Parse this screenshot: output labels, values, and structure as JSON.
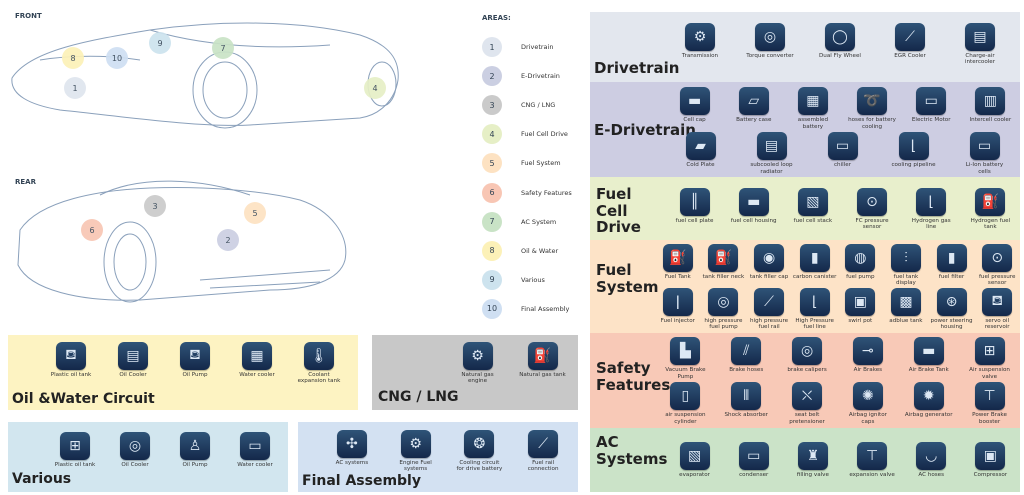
{
  "views": {
    "front": "FRONT",
    "rear": "REAR"
  },
  "areas_title": "AREAS:",
  "areas": [
    {
      "num": "1",
      "label": "Drivetrain",
      "color": "#dfe5ee"
    },
    {
      "num": "2",
      "label": "E-Drivetrain",
      "color": "#cbcfe2"
    },
    {
      "num": "3",
      "label": "CNG / LNG",
      "color": "#cacaca"
    },
    {
      "num": "4",
      "label": "Fuel Cell Drive",
      "color": "#e6efc6"
    },
    {
      "num": "5",
      "label": "Fuel System",
      "color": "#fde2c2"
    },
    {
      "num": "6",
      "label": "Safety Features",
      "color": "#f8c6b4"
    },
    {
      "num": "7",
      "label": "AC System",
      "color": "#c9e3c6"
    },
    {
      "num": "8",
      "label": "Oil & Water",
      "color": "#fcf1b8"
    },
    {
      "num": "9",
      "label": "Various",
      "color": "#cde3ee"
    },
    {
      "num": "10",
      "label": "Final Assembly",
      "color": "#cfdff2"
    }
  ],
  "sections": [
    {
      "id": "drivetrain",
      "title": "Drivetrain",
      "color": "#e3e7ee",
      "rows": [
        [
          {
            "label": "Transmission",
            "icon": "gears-icon",
            "glyph": "⚙"
          },
          {
            "label": "Torque converter",
            "icon": "torque-converter-icon",
            "glyph": "◎"
          },
          {
            "label": "Dual Fly Wheel",
            "icon": "flywheel-icon",
            "glyph": "◯"
          },
          {
            "label": "EGR Cooler",
            "icon": "egr-cooler-icon",
            "glyph": "⟋"
          },
          {
            "label": "Charge-air intercooler",
            "icon": "intercooler-icon",
            "glyph": "▤"
          }
        ]
      ]
    },
    {
      "id": "e-drivetrain",
      "title": "E-Drivetrain",
      "color": "#cdcde2",
      "rows": [
        [
          {
            "label": "Cell cap",
            "icon": "cell-cap-icon",
            "glyph": "▬"
          },
          {
            "label": "Battery case",
            "icon": "battery-case-icon",
            "glyph": "▱"
          },
          {
            "label": "assembled battery",
            "icon": "assembled-battery-icon",
            "glyph": "▦"
          },
          {
            "label": "hoses for battery cooling",
            "icon": "hose-icon",
            "glyph": "➰"
          },
          {
            "label": "Electric Motor",
            "icon": "motor-icon",
            "glyph": "▭"
          },
          {
            "label": "Intercell cooler",
            "icon": "intercell-cooler-icon",
            "glyph": "▥"
          }
        ],
        [
          {
            "label": "Cold Plate",
            "icon": "cold-plate-icon",
            "glyph": "▰"
          },
          {
            "label": "subcooled loop radiator",
            "icon": "radiator-icon",
            "glyph": "▤"
          },
          {
            "label": "chiller",
            "icon": "chiller-icon",
            "glyph": "▭"
          },
          {
            "label": "cooling pipeline",
            "icon": "pipeline-icon",
            "glyph": "⌊"
          },
          {
            "label": "Li-Ion battery cells",
            "icon": "battery-cells-icon",
            "glyph": "▭"
          }
        ]
      ]
    },
    {
      "id": "fuel-cell",
      "title": "Fuel Cell Drive",
      "color": "#e8efcc",
      "rows": [
        [
          {
            "label": "fuel cell plate",
            "icon": "fuel-cell-plate-icon",
            "glyph": "║"
          },
          {
            "label": "fuel cell housing",
            "icon": "fuel-cell-housing-icon",
            "glyph": "▬"
          },
          {
            "label": "fuel cell stack",
            "icon": "fuel-cell-stack-icon",
            "glyph": "▧"
          },
          {
            "label": "FC pressure sensor",
            "icon": "pressure-sensor-icon",
            "glyph": "⊙"
          },
          {
            "label": "Hydrogen gas line",
            "icon": "gas-line-icon",
            "glyph": "⌊"
          },
          {
            "label": "Hydrogen fuel tank",
            "icon": "fuel-pump-icon",
            "glyph": "⛽"
          }
        ]
      ]
    },
    {
      "id": "fuel-system",
      "title": "Fuel System",
      "color": "#fde3c7",
      "rows": [
        [
          {
            "label": "Fuel Tank",
            "icon": "fuel-tank-icon",
            "glyph": "⛽"
          },
          {
            "label": "tank filler neck",
            "icon": "filler-neck-icon",
            "glyph": "⛽"
          },
          {
            "label": "tank filler cap",
            "icon": "filler-cap-icon",
            "glyph": "◉"
          },
          {
            "label": "carbon canister",
            "icon": "canister-icon",
            "glyph": "▮"
          },
          {
            "label": "fuel pump",
            "icon": "fuel-pump-icon",
            "glyph": "◍"
          },
          {
            "label": "fuel tank display",
            "icon": "display-icon",
            "glyph": "⫶"
          },
          {
            "label": "fuel filter",
            "icon": "filter-icon",
            "glyph": "▮"
          },
          {
            "label": "fuel pressure sensor",
            "icon": "pressure-sensor-icon",
            "glyph": "⊙"
          }
        ],
        [
          {
            "label": "Fuel injector",
            "icon": "injector-icon",
            "glyph": "ǀ"
          },
          {
            "label": "high pressure fuel pump",
            "icon": "hp-pump-icon",
            "glyph": "◎"
          },
          {
            "label": "high pressure fuel rail",
            "icon": "fuel-rail-icon",
            "glyph": "⟋"
          },
          {
            "label": "High Pressure fuel line",
            "icon": "fuel-line-icon",
            "glyph": "⌊"
          },
          {
            "label": "swirl pot",
            "icon": "swirl-pot-icon",
            "glyph": "▣"
          },
          {
            "label": "adblue tank",
            "icon": "adblue-tank-icon",
            "glyph": "▩"
          },
          {
            "label": "power steering housing",
            "icon": "steering-icon",
            "glyph": "⊛"
          },
          {
            "label": "servo oil reservoir",
            "icon": "oil-can-icon",
            "glyph": "⛾"
          }
        ]
      ]
    },
    {
      "id": "safety",
      "title": "Safety Features",
      "color": "#f8c9b7",
      "rows": [
        [
          {
            "label": "Vacuum Brake Pump",
            "icon": "vacuum-pump-icon",
            "glyph": "▙"
          },
          {
            "label": "Brake hoses",
            "icon": "brake-hose-icon",
            "glyph": "⫽"
          },
          {
            "label": "brake calipers",
            "icon": "caliper-icon",
            "glyph": "◎"
          },
          {
            "label": "Air Brakes",
            "icon": "air-brake-icon",
            "glyph": "⊸"
          },
          {
            "label": "Air Brake Tank",
            "icon": "air-tank-icon",
            "glyph": "▬"
          },
          {
            "label": "Air suspension valve",
            "icon": "valve-icon",
            "glyph": "⊞"
          }
        ],
        [
          {
            "label": "air suspension cylinder",
            "icon": "cylinder-icon",
            "glyph": "▯"
          },
          {
            "label": "Shock absorber",
            "icon": "shock-absorber-icon",
            "glyph": "⦀"
          },
          {
            "label": "seat belt pretensioner",
            "icon": "seat-belt-icon",
            "glyph": "⛌"
          },
          {
            "label": "Airbag ignitor caps",
            "icon": "airbag-ignitor-icon",
            "glyph": "✺"
          },
          {
            "label": "Airbag generator",
            "icon": "airbag-icon",
            "glyph": "✹"
          },
          {
            "label": "Power Brake booster",
            "icon": "brake-booster-icon",
            "glyph": "⊤"
          }
        ]
      ]
    },
    {
      "id": "ac",
      "title": "AC Systems",
      "color": "#cbe3c8",
      "rows": [
        [
          {
            "label": "evaporator",
            "icon": "evaporator-icon",
            "glyph": "▧"
          },
          {
            "label": "condenser",
            "icon": "condenser-icon",
            "glyph": "▭"
          },
          {
            "label": "filling valve",
            "icon": "filling-valve-icon",
            "glyph": "♜"
          },
          {
            "label": "expansion valve",
            "icon": "expansion-valve-icon",
            "glyph": "⊤"
          },
          {
            "label": "AC hoses",
            "icon": "ac-hose-icon",
            "glyph": "◡"
          },
          {
            "label": "Compressor",
            "icon": "compressor-icon",
            "glyph": "▣"
          }
        ]
      ]
    },
    {
      "id": "oil-water",
      "title": "Oil &Water Circuit",
      "color": "#fdf3c2",
      "rows": [
        [
          {
            "label": "Plastic oil tank",
            "icon": "oil-can-icon",
            "glyph": "⛾"
          },
          {
            "label": "Oil Cooler",
            "icon": "oil-cooler-icon",
            "glyph": "▤"
          },
          {
            "label": "Oil Pump",
            "icon": "oil-pump-icon",
            "glyph": "⛾"
          },
          {
            "label": "Water cooler",
            "icon": "radiator-icon",
            "glyph": "▦"
          },
          {
            "label": "Coolant expansion tank",
            "icon": "coolant-icon",
            "glyph": "🌡"
          }
        ]
      ]
    },
    {
      "id": "cng",
      "title": "CNG / LNG",
      "color": "#c8c8c8",
      "rows": [
        [
          {
            "label": "Natural gas engine",
            "icon": "engine-icon",
            "glyph": "⚙"
          },
          {
            "label": "Natural gas tank",
            "icon": "gas-tank-icon",
            "glyph": "⛽"
          }
        ]
      ]
    },
    {
      "id": "various",
      "title": "Various",
      "color": "#d2e6ef",
      "rows": [
        [
          {
            "label": "Plastic oil tank",
            "icon": "oil-tank-icon",
            "glyph": "⊞"
          },
          {
            "label": "Oil Cooler",
            "icon": "oil-cooler-icon",
            "glyph": "◎"
          },
          {
            "label": "Oil Pump",
            "icon": "pump-icon",
            "glyph": "♙"
          },
          {
            "label": "Water cooler",
            "icon": "battery-icon",
            "glyph": "▭"
          }
        ]
      ]
    },
    {
      "id": "final-assembly",
      "title": "Final Assembly",
      "color": "#d3e1f2",
      "rows": [
        [
          {
            "label": "AC systems",
            "icon": "fan-icon",
            "glyph": "✣"
          },
          {
            "label": "Engine Fuel systems",
            "icon": "engine-icon",
            "glyph": "⚙"
          },
          {
            "label": "Cooling circuit for drive battery",
            "icon": "cooling-fan-icon",
            "glyph": "❂"
          },
          {
            "label": "Fuel rail connection",
            "icon": "fuel-rail-icon",
            "glyph": "⟋"
          }
        ]
      ]
    }
  ]
}
